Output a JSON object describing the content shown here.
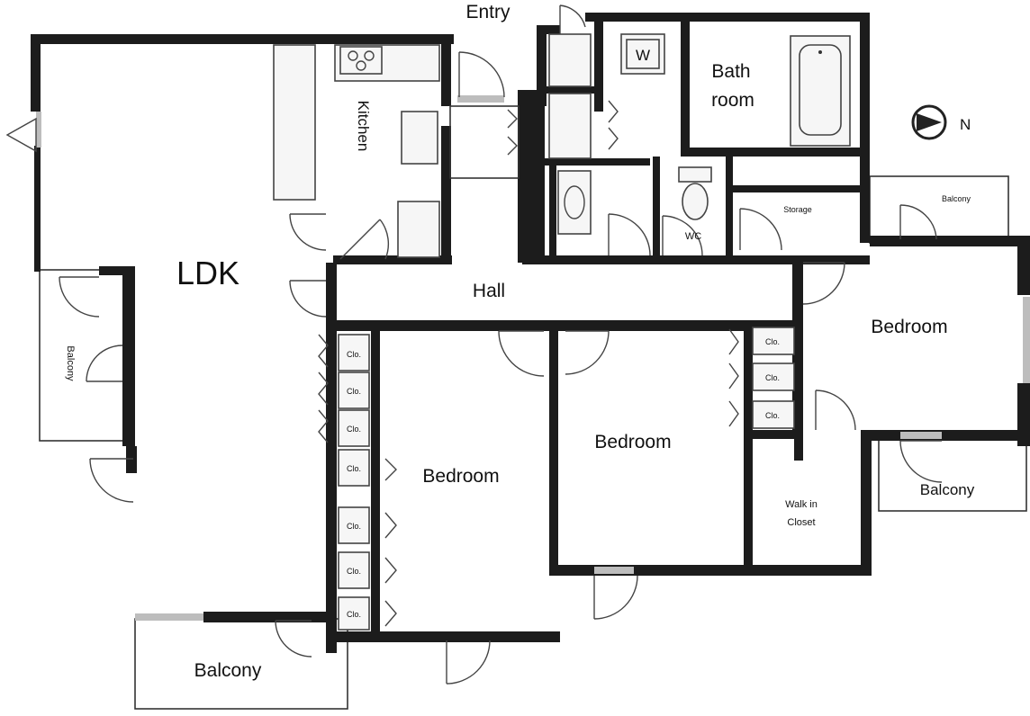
{
  "labels": {
    "entry": "Entry",
    "ldk": "LDK",
    "kitchen": "Kitchen",
    "bath_line1": "Bath",
    "bath_line2": "room",
    "washer": "W",
    "wc": "WC",
    "storage": "Storage",
    "hall": "Hall",
    "bedroom_ne": "Bedroom",
    "bedroom_center": "Bedroom",
    "bedroom_west": "Bedroom",
    "walk_in_line1": "Walk in",
    "walk_in_line2": "Closet",
    "balcony_left": "Balcony",
    "balcony_bottom": "Balcony",
    "balcony_top_right": "Balcony",
    "balcony_right": "Balcony",
    "closet": "Clo.",
    "north": "N"
  }
}
